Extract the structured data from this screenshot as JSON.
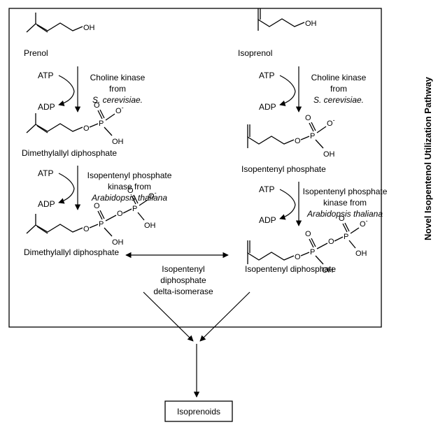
{
  "side_title": "Novel Isopentenol Utilization Pathway",
  "left": {
    "start": "Prenol",
    "step1": {
      "cofactor_in": "ATP",
      "cofactor_out": "ADP",
      "enzyme_line1": "Choline kinase",
      "enzyme_line2": "from",
      "enzyme_line3": "S. cerevisiae."
    },
    "intermediate": "Dimethylallyl diphosphate",
    "step2": {
      "cofactor_in": "ATP",
      "cofactor_out": "ADP",
      "enzyme_line1": "Isopentenyl phosphate",
      "enzyme_line2": "kinase from",
      "enzyme_line3": "Arabidopsis thaliana"
    },
    "product": "Dimethylallyl diphosphate"
  },
  "right": {
    "start": "Isoprenol",
    "step1": {
      "cofactor_in": "ATP",
      "cofactor_out": "ADP",
      "enzyme_line1": "Choline kinase",
      "enzyme_line2": "from",
      "enzyme_line3": "S. cerevisiae."
    },
    "intermediate": "Isopentenyl phosphate",
    "step2": {
      "cofactor_in": "ATP",
      "cofactor_out": "ADP",
      "enzyme_line1": "Isopentenyl phosphate",
      "enzyme_line2": "kinase from",
      "enzyme_line3": "Arabidopsis thaliana"
    },
    "product": "Isopentenyl diphosphate"
  },
  "isomerase": {
    "line1": "Isopentenyl",
    "line2": "diphosphate",
    "line3": "delta-isomerase"
  },
  "final_product": "Isoprenoids",
  "atoms": {
    "oh": "OH",
    "o": "O",
    "p": "P",
    "o_minus": "O-"
  }
}
